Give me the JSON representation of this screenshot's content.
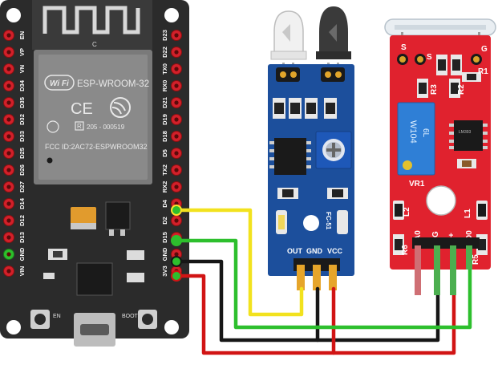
{
  "esp32": {
    "module_name": "ESP-WROOM-32",
    "fcc_id": "FCC ID:2AC72-ESPWROOM32",
    "cert_code": "205 - 000519",
    "wifi_logo_text": "Wi Fi",
    "antenna_mark": "C",
    "btn_en": "EN",
    "btn_boot": "BOOT",
    "left_pins": [
      "EN",
      "VP",
      "VN",
      "D34",
      "D35",
      "D32",
      "D33",
      "D25",
      "D26",
      "D27",
      "D14",
      "D12",
      "D13",
      "GND",
      "VIN"
    ],
    "right_pins": [
      "D23",
      "D22",
      "TX0",
      "RX0",
      "D21",
      "D19",
      "D18",
      "D5",
      "TX2",
      "RX2",
      "D4",
      "D2",
      "D15",
      "GND",
      "3V3"
    ]
  },
  "ir_sensor": {
    "model": "FC-51",
    "pins": [
      "OUT",
      "GND",
      "VCC"
    ]
  },
  "reed_sensor": {
    "top_pins": [
      "S",
      "S",
      "G"
    ],
    "labels": [
      "R1",
      "R2",
      "R3",
      "VR1",
      "L1",
      "L2",
      "R5",
      "R6"
    ],
    "pins": [
      "A0",
      "G",
      "+",
      "D0"
    ],
    "pot_text": "W104",
    "pot_text2": "6L",
    "ic_text": "LM393"
  },
  "colors": {
    "esp_board": "#2b2b2b",
    "ir_board": "#1c4f9c",
    "reed_board": "#e0222e",
    "wire_yellow": "#f2e21e",
    "wire_green": "#2dbf2d",
    "wire_black": "#161616",
    "wire_red": "#d11414"
  }
}
